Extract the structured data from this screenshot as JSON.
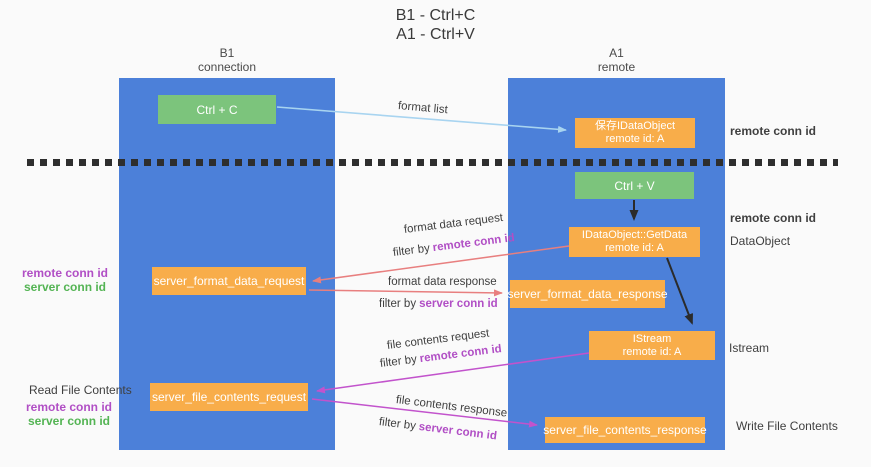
{
  "title": {
    "line1": "B1 - Ctrl+C",
    "line2": "A1 - Ctrl+V"
  },
  "columns": {
    "left": {
      "name": "B1",
      "role": "connection"
    },
    "right": {
      "name": "A1",
      "role": "remote"
    }
  },
  "boxes": {
    "ctrl_c": {
      "label": "Ctrl + C"
    },
    "save_idataobject": {
      "line1": "保存IDataObject",
      "line2": "remote id: A"
    },
    "ctrl_v": {
      "label": "Ctrl + V"
    },
    "getdata": {
      "line1": "IDataObject::GetData",
      "line2": "remote id: A"
    },
    "istream": {
      "line1": "IStream",
      "line2": "remote id: A"
    },
    "server_format_data_request": {
      "label": "server_format_data_request"
    },
    "server_format_data_response": {
      "label": "server_format_data_response"
    },
    "server_file_contents_request": {
      "label": "server_file_contents_request"
    },
    "server_file_contents_response": {
      "label": "server_file_contents_response"
    }
  },
  "flow_labels": {
    "format_list": "format list",
    "format_data_request": "format data request",
    "format_data_response": "format data response",
    "file_contents_request": "file contents request",
    "file_contents_response": "file contents response",
    "filter_by": "filter by",
    "remote_conn_id": "remote conn id",
    "server_conn_id": "server conn id"
  },
  "side_labels": {
    "remote_conn_id": "remote conn id",
    "server_conn_id": "server conn id",
    "read_file_contents": "Read File Contents",
    "write_file_contents": "Write File Contents",
    "dataobject": "DataObject",
    "istream": "Istream"
  },
  "colors": {
    "column_blue": "#4c80d9",
    "box_orange": "#f8ad4a",
    "box_green": "#7cc47c",
    "arrow_light_blue": "#a8d4f0",
    "arrow_red": "#e87f7f",
    "arrow_magenta": "#c253cc",
    "arrow_black": "#2b2b2b",
    "label_purple": "#b14fc5",
    "label_green": "#54b454",
    "dashed_line": "#2e2e2e"
  }
}
